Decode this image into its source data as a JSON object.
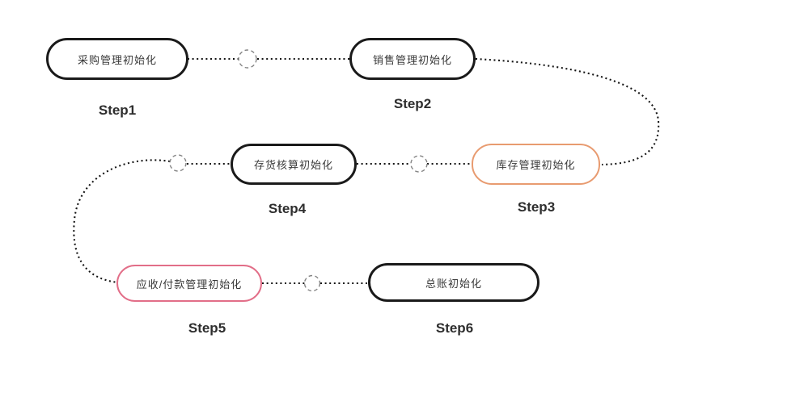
{
  "diagram": {
    "title_implicit": "",
    "steps": [
      {
        "name": "Step1",
        "title": "采购管理初始化",
        "border_color": "#1a1a1a"
      },
      {
        "name": "Step2",
        "title": "销售管理初始化",
        "border_color": "#1a1a1a"
      },
      {
        "name": "Step3",
        "title": "库存管理初始化",
        "border_color": "#e89b70"
      },
      {
        "name": "Step4",
        "title": "存货核算初始化",
        "border_color": "#1a1a1a"
      },
      {
        "name": "Step5",
        "title": "应收/付款管理初始化",
        "border_color": "#e26e88"
      },
      {
        "name": "Step6",
        "title": "总账初始化",
        "border_color": "#1a1a1a"
      }
    ],
    "colors": {
      "background": "#ffffff",
      "node_text": "#3a3a3a",
      "step_label": "#2e2e2e",
      "connector": "#141414",
      "milestone_circle": "#858585",
      "accent_orange": "#e89b70",
      "accent_pink": "#e26e88"
    }
  }
}
